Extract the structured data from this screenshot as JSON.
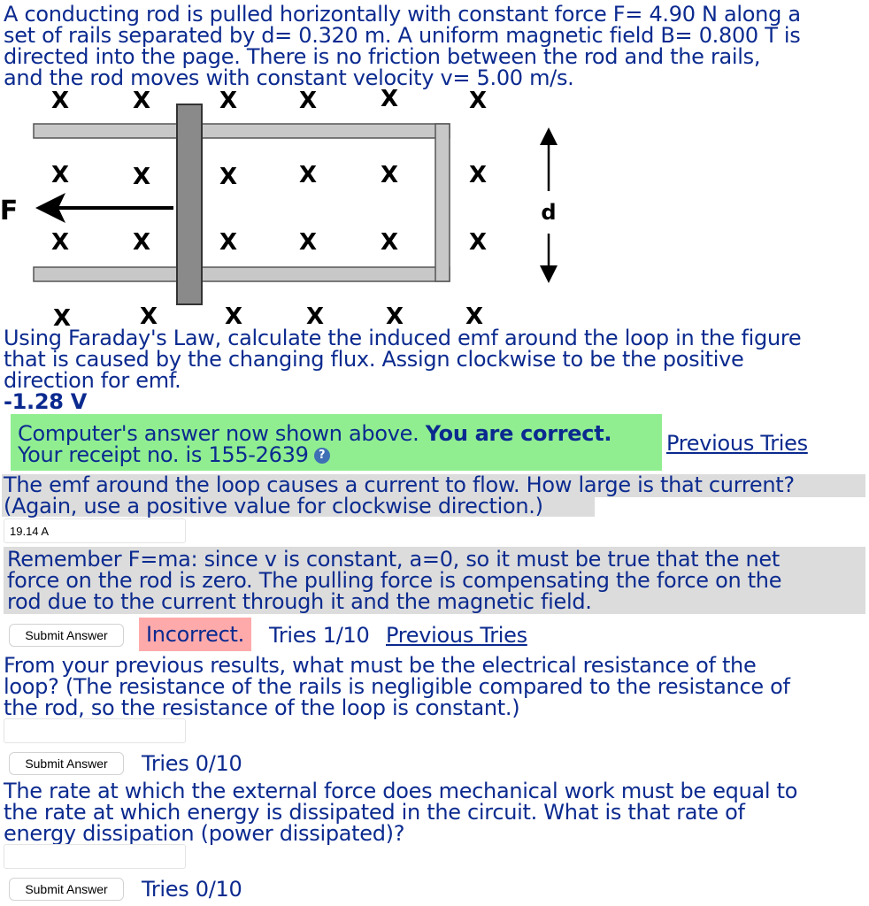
{
  "problem": {
    "line1": "A conducting rod is pulled horizontally with constant force F= 4.90 N along a",
    "line2": "set of rails separated by d= 0.320 m. A uniform magnetic field B= 0.800 T is",
    "line3": "directed into the page. There is no friction between the rod and the rails,",
    "line4": "and the rod moves with constant velocity v= 5.00 m/s."
  },
  "figure": {
    "field_symbol": "X",
    "force_label": "F",
    "distance_label": "d"
  },
  "q1": {
    "line1": "Using Faraday's Law, calculate the induced emf around the loop in the figure",
    "line2": "that is caused by the changing flux. Assign clockwise to be the positive",
    "line3": "direction for emf.",
    "answer": "-1.28 V",
    "feedback_a": "Computer's answer now shown above.",
    "feedback_b": "You are correct.",
    "receipt": "Your receipt no. is 155-2639",
    "help_glyph": "?",
    "previous_tries": "Previous Tries"
  },
  "q2": {
    "line1": "The emf around the loop causes a current to flow. How large is that current?",
    "line2": "(Again, use a positive value for clockwise direction.)",
    "input_value": "19.14 A",
    "hint1": "Remember F=ma: since v is constant, a=0, so it must be true that the net",
    "hint2": "force on the rod is zero. The pulling force is compensating the force on the",
    "hint3": "rod due to the current through it and the magnetic field.",
    "submit": "Submit Answer",
    "status": "Incorrect.",
    "tries": "Tries 1/10",
    "previous_tries": "Previous Tries"
  },
  "q3": {
    "line1": "From your previous results, what must be the electrical resistance of the",
    "line2": "loop? (The resistance of the rails is negligible compared to the resistance of",
    "line3": "the rod, so the resistance of the loop is constant.)",
    "input_value": "",
    "submit": "Submit Answer",
    "tries": "Tries 0/10"
  },
  "q4": {
    "line1": "The rate at which the external force does mechanical work must be equal to",
    "line2": "the rate at which energy is dissipated in the circuit. What is that rate of",
    "line3": "energy dissipation (power dissipated)?",
    "input_value": "",
    "submit": "Submit Answer",
    "tries": "Tries 0/10"
  }
}
